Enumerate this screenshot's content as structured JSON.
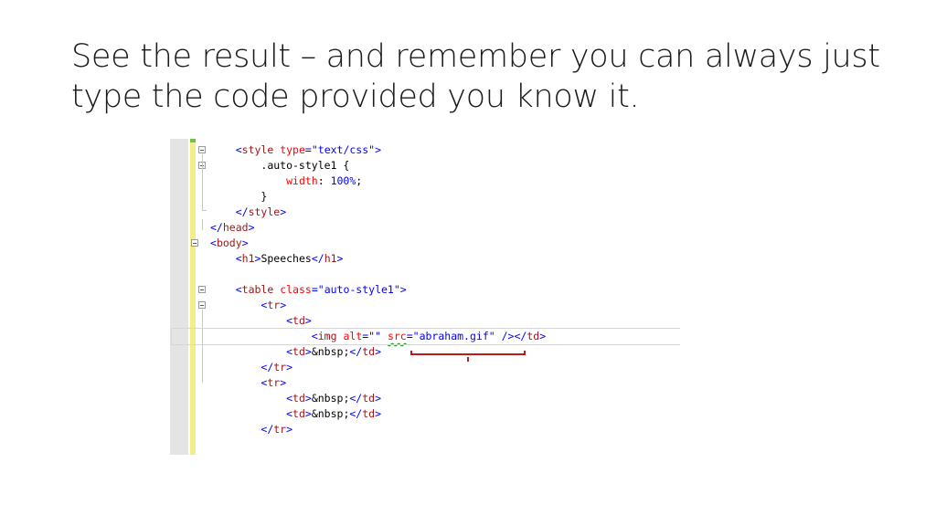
{
  "slide": {
    "title_line1": "See the result – and remember you can always just",
    "title_line2": "type the code provided you know it."
  },
  "editor": {
    "lines": [
      {
        "parts": [
          [
            "indent",
            "    "
          ],
          [
            "b",
            "<"
          ],
          [
            "t",
            "style"
          ],
          [
            "k",
            " "
          ],
          [
            "a",
            "type"
          ],
          [
            "b",
            "=\""
          ],
          [
            "v",
            "text/css"
          ],
          [
            "b",
            "\">"
          ]
        ]
      },
      {
        "parts": [
          [
            "indent",
            "        "
          ],
          [
            "k",
            ".auto-style1 {"
          ]
        ]
      },
      {
        "parts": [
          [
            "indent",
            "            "
          ],
          [
            "a",
            "width"
          ],
          [
            "k",
            ": "
          ],
          [
            "v",
            "100%"
          ],
          [
            "k",
            ";"
          ]
        ]
      },
      {
        "parts": [
          [
            "indent",
            "        "
          ],
          [
            "k",
            "}"
          ]
        ]
      },
      {
        "parts": [
          [
            "indent",
            "    "
          ],
          [
            "b",
            "</"
          ],
          [
            "t",
            "style"
          ],
          [
            "b",
            ">"
          ]
        ]
      },
      {
        "parts": [
          [
            "b",
            "</"
          ],
          [
            "t",
            "head"
          ],
          [
            "b",
            ">"
          ]
        ]
      },
      {
        "parts": [
          [
            "b",
            "<"
          ],
          [
            "t",
            "body"
          ],
          [
            "b",
            ">"
          ]
        ]
      },
      {
        "parts": [
          [
            "indent",
            "    "
          ],
          [
            "b",
            "<"
          ],
          [
            "t",
            "h1"
          ],
          [
            "b",
            ">"
          ],
          [
            "k",
            "Speeches"
          ],
          [
            "b",
            "</"
          ],
          [
            "t",
            "h1"
          ],
          [
            "b",
            ">"
          ]
        ]
      },
      {
        "parts": []
      },
      {
        "parts": [
          [
            "indent",
            "    "
          ],
          [
            "b",
            "<"
          ],
          [
            "t",
            "table"
          ],
          [
            "k",
            " "
          ],
          [
            "a",
            "class"
          ],
          [
            "b",
            "=\""
          ],
          [
            "v",
            "auto-style1"
          ],
          [
            "b",
            "\">"
          ]
        ]
      },
      {
        "parts": [
          [
            "indent",
            "        "
          ],
          [
            "b",
            "<"
          ],
          [
            "t",
            "tr"
          ],
          [
            "b",
            ">"
          ]
        ]
      },
      {
        "parts": [
          [
            "indent",
            "            "
          ],
          [
            "b",
            "<"
          ],
          [
            "t",
            "td"
          ],
          [
            "b",
            ">"
          ]
        ]
      },
      {
        "current": true,
        "parts": [
          [
            "indent",
            "                "
          ],
          [
            "b",
            "<"
          ],
          [
            "t",
            "img"
          ],
          [
            "k",
            " "
          ],
          [
            "a",
            "alt"
          ],
          [
            "b",
            "=\"\""
          ],
          [
            "k",
            " "
          ],
          [
            "sq",
            "src"
          ],
          [
            "b",
            "=\""
          ],
          [
            "v",
            "abraham.gif"
          ],
          [
            "b",
            "\""
          ],
          [
            "k",
            " "
          ],
          [
            "b",
            "/></"
          ],
          [
            "t",
            "td"
          ],
          [
            "b",
            ">"
          ]
        ]
      },
      {
        "parts": [
          [
            "indent",
            "            "
          ],
          [
            "b",
            "<"
          ],
          [
            "t",
            "td"
          ],
          [
            "b",
            ">"
          ],
          [
            "k",
            "&nbsp;"
          ],
          [
            "b",
            "</"
          ],
          [
            "t",
            "td"
          ],
          [
            "b",
            ">"
          ]
        ]
      },
      {
        "parts": [
          [
            "indent",
            "        "
          ],
          [
            "b",
            "</"
          ],
          [
            "t",
            "tr"
          ],
          [
            "b",
            ">"
          ]
        ]
      },
      {
        "parts": [
          [
            "indent",
            "        "
          ],
          [
            "b",
            "<"
          ],
          [
            "t",
            "tr"
          ],
          [
            "b",
            ">"
          ]
        ]
      },
      {
        "parts": [
          [
            "indent",
            "            "
          ],
          [
            "b",
            "<"
          ],
          [
            "t",
            "td"
          ],
          [
            "b",
            ">"
          ],
          [
            "k",
            "&nbsp;"
          ],
          [
            "b",
            "</"
          ],
          [
            "t",
            "td"
          ],
          [
            "b",
            ">"
          ]
        ]
      },
      {
        "parts": [
          [
            "indent",
            "            "
          ],
          [
            "b",
            "<"
          ],
          [
            "t",
            "td"
          ],
          [
            "b",
            ">"
          ],
          [
            "k",
            "&nbsp;"
          ],
          [
            "b",
            "</"
          ],
          [
            "t",
            "td"
          ],
          [
            "b",
            ">"
          ]
        ]
      },
      {
        "parts": [
          [
            "indent",
            "        "
          ],
          [
            "b",
            "</"
          ],
          [
            "t",
            "tr"
          ],
          [
            "b",
            ">"
          ]
        ]
      }
    ]
  },
  "colors": {
    "tag": "#a31515",
    "bracket": "#0000ff",
    "attribute": "#ff0000",
    "value": "#0000ff",
    "highlight_brace": "#b81e1e",
    "change_bar": "#f2ef8a"
  }
}
